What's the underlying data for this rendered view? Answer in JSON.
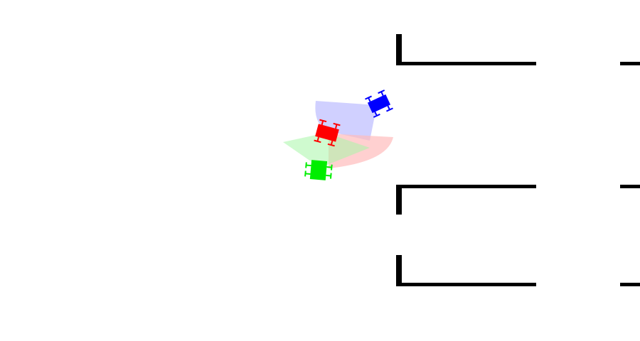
{
  "scene": {
    "background": "#ffffff",
    "wall_color": "#000000",
    "robots": [
      {
        "name": "blue-robot",
        "color": "#0000ff",
        "fov_color": "#c8c8ff"
      },
      {
        "name": "red-robot",
        "color": "#ff0000",
        "fov_color": "#ffcccc"
      },
      {
        "name": "green-robot",
        "color": "#00ee00",
        "fov_color": "#ccffcc"
      }
    ]
  }
}
